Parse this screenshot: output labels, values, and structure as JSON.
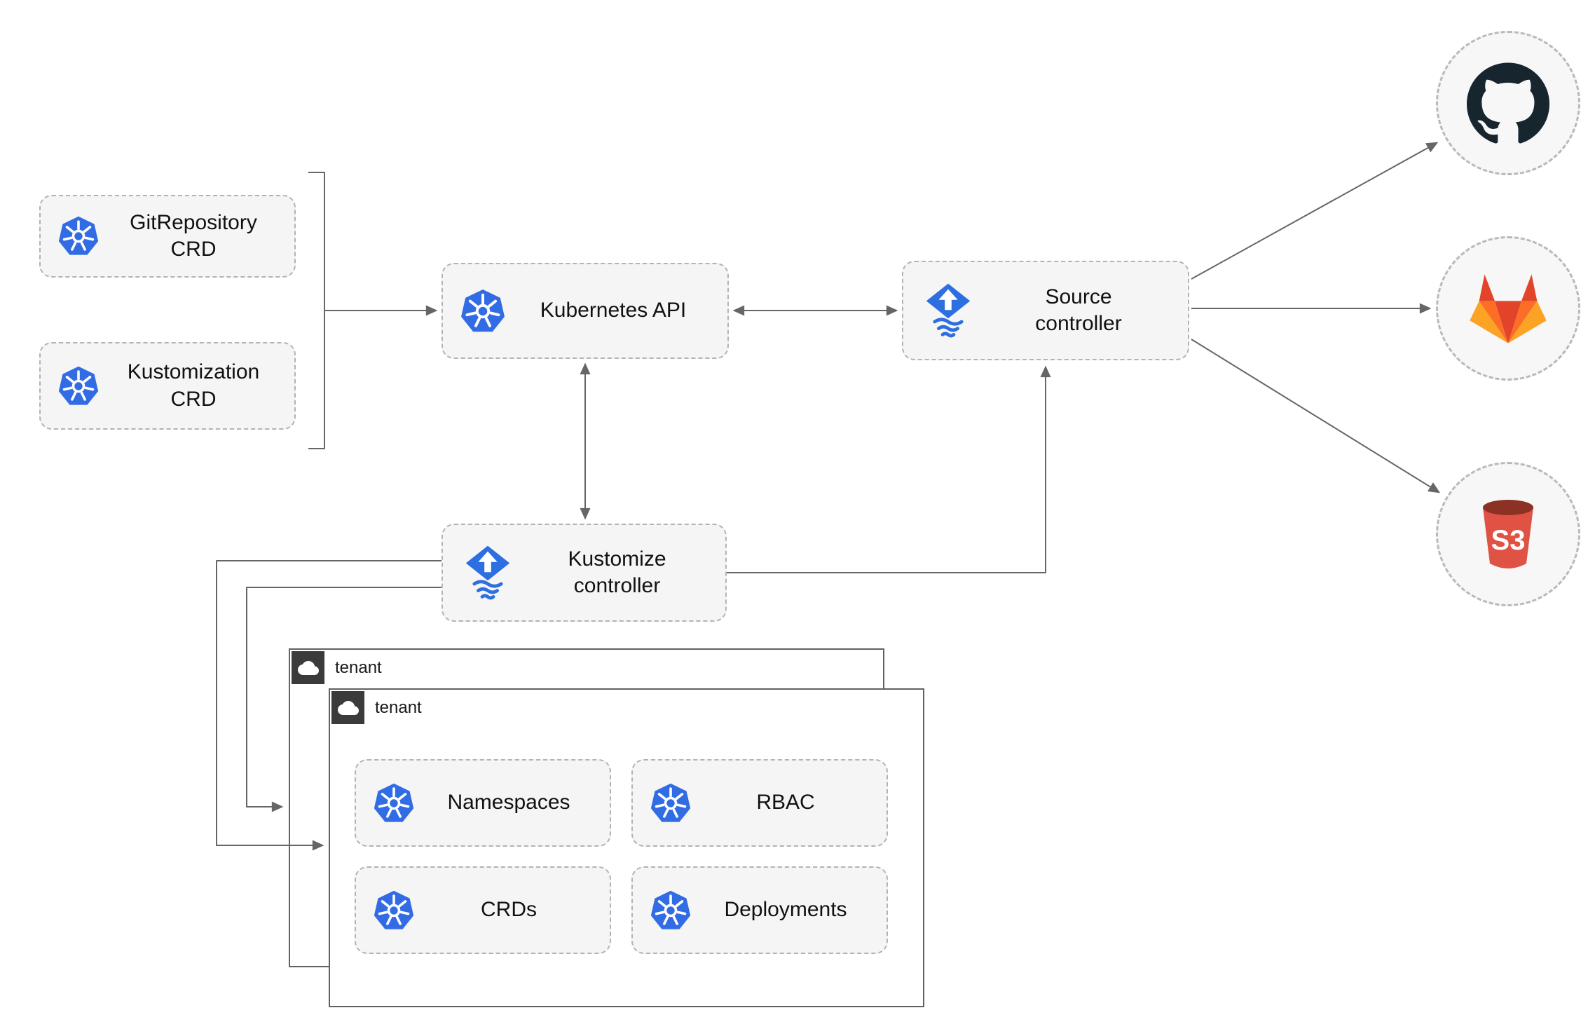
{
  "colors": {
    "kubernetes_blue": "#326ce5",
    "flux_blue": "#2d6ee0",
    "connector_gray": "#666666",
    "node_fill": "#f5f5f5",
    "node_border": "#b3b3b3",
    "tenant_border": "#616161",
    "tenant_badge_bg": "#3b3b3b",
    "github_mark": "#17252e",
    "gitlab_red": "#e24329",
    "gitlab_orange": "#fc6d26",
    "gitlab_amber": "#fca326",
    "s3_body_red": "#e05243",
    "s3_top_red": "#8c3123"
  },
  "nodes": {
    "gitrepository_crd": {
      "label": "GitRepository\nCRD",
      "icon": "kubernetes-icon"
    },
    "kustomization_crd": {
      "label": "Kustomization\nCRD",
      "icon": "kubernetes-icon"
    },
    "kubernetes_api": {
      "label": "Kubernetes API",
      "icon": "kubernetes-icon"
    },
    "source_controller": {
      "label": "Source\ncontroller",
      "icon": "flux-icon"
    },
    "kustomize_controller": {
      "label": "Kustomize\ncontroller",
      "icon": "flux-icon"
    }
  },
  "tenant_groups": {
    "back": {
      "label": "tenant",
      "icon": "cloud-icon"
    },
    "front": {
      "label": "tenant",
      "icon": "cloud-icon",
      "items": {
        "namespaces": {
          "label": "Namespaces",
          "icon": "kubernetes-icon"
        },
        "rbac": {
          "label": "RBAC",
          "icon": "kubernetes-icon"
        },
        "crds": {
          "label": "CRDs",
          "icon": "kubernetes-icon"
        },
        "deployments": {
          "label": "Deployments",
          "icon": "kubernetes-icon"
        }
      }
    }
  },
  "external_sources": {
    "github": {
      "icon": "github-icon"
    },
    "gitlab": {
      "icon": "gitlab-icon"
    },
    "s3": {
      "icon": "s3-icon",
      "label": "S3"
    }
  }
}
